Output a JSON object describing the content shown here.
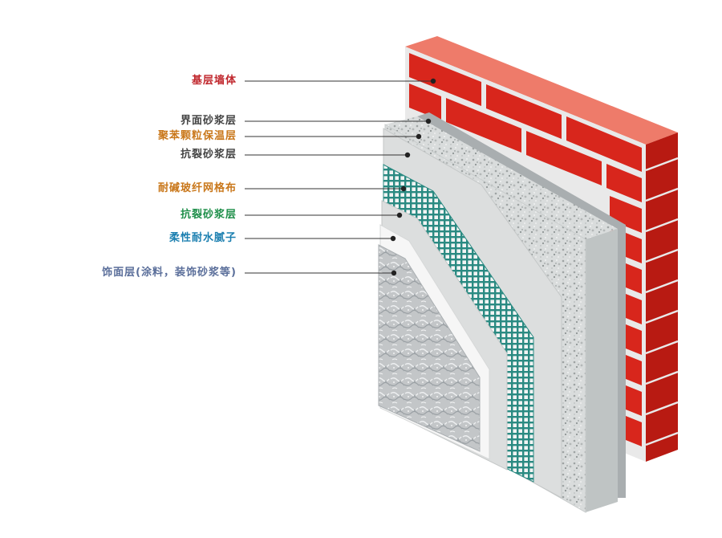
{
  "colors": {
    "label_red": "#c0272d",
    "label_dark": "#444444",
    "label_orange": "#c9771a",
    "label_green": "#1f8f4a",
    "label_teal": "#1b7fb0",
    "label_blue": "#5a6e9a",
    "brick": "#d8261c",
    "brick_top": "#ee7b6a",
    "mortar": "#e9e9e9",
    "mesh": "#2a8a82"
  },
  "labels": [
    {
      "text": "基层墙体",
      "color": "#c0272d"
    },
    {
      "text": "界面砂浆层",
      "color": "#444444"
    },
    {
      "text": "聚苯颗粒保温层",
      "color": "#c9771a"
    },
    {
      "text": "抗裂砂浆层",
      "color": "#444444"
    },
    {
      "text": "耐碱玻纤网格布",
      "color": "#c9771a"
    },
    {
      "text": "抗裂砂浆层",
      "color": "#1f8f4a"
    },
    {
      "text": "柔性耐水腻子",
      "color": "#1b7fb0"
    },
    {
      "text": "饰面层(涂料，装饰砂浆等)",
      "color": "#5a6e9a"
    }
  ]
}
